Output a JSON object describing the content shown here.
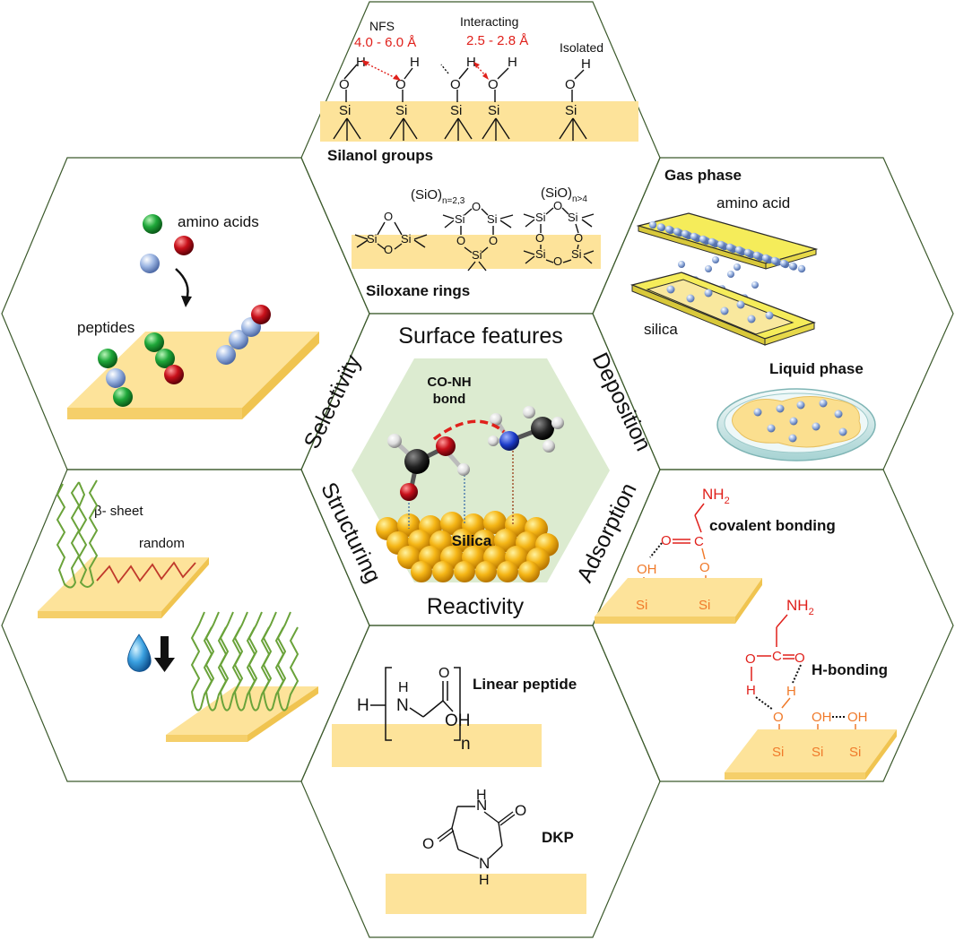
{
  "center": {
    "surface_features": "Surface features",
    "reactivity": "Reactivity",
    "selectivity": "Selectivity",
    "deposition": "Deposition",
    "structuring": "Structuring",
    "adsorption": "Adsorption",
    "co_nh_line1": "CO-NH",
    "co_nh_line2": "bond",
    "silica": "Silica"
  },
  "silanol": {
    "title": "Silanol groups",
    "nfs": "NFS",
    "nfs_range": "4.0 - 6.0 Å",
    "interacting": "Interacting",
    "interacting_range": "2.5 - 2.8 Å",
    "isolated": "Isolated"
  },
  "siloxane": {
    "title": "Siloxane rings",
    "ring_small": "(SiO)",
    "ring_small_sub": "n=2,3",
    "ring_large": "(SiO)",
    "ring_large_sub": "n>4"
  },
  "gas_liquid": {
    "gas_phase": "Gas phase",
    "amino_acid": "amino acid",
    "silica": "silica",
    "liquid_phase": "Liquid phase"
  },
  "selectivity_panel": {
    "amino_acids": "amino acids",
    "peptides": "peptides"
  },
  "structuring_panel": {
    "beta_sheet": "β- sheet",
    "random": "random"
  },
  "adsorption_panel": {
    "covalent": "covalent bonding",
    "h_bonding": "H-bonding",
    "nh2": "NH",
    "nh2_sub": "2"
  },
  "reactivity_panel": {
    "linear_peptide": "Linear peptide",
    "dkp": "DKP",
    "n": "n",
    "oh": "OH",
    "h_left": "H",
    "nh": "N"
  },
  "colors": {
    "slab": "#fde39a",
    "hex_border": "#3c5a2c",
    "red_label": "#e0201b",
    "orange_label": "#f07a2a",
    "center_fill": "#dcebd0"
  }
}
